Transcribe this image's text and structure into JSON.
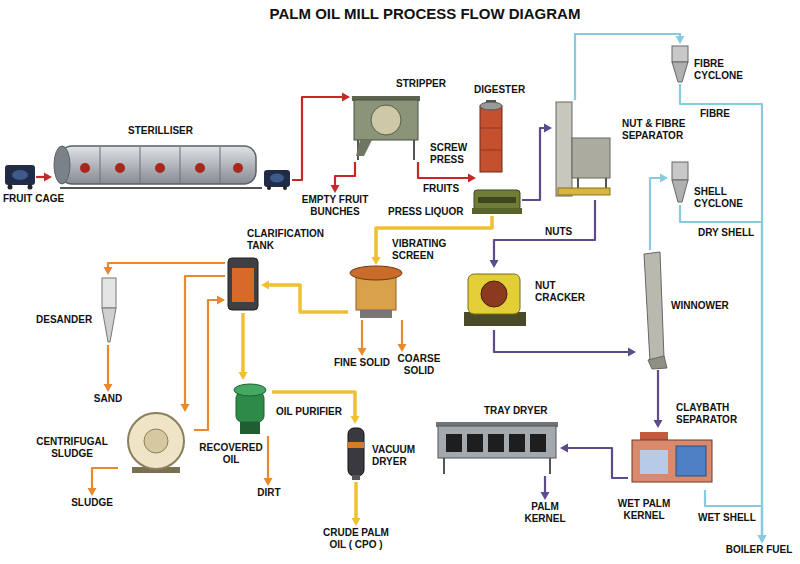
{
  "diagram": {
    "title": "PALM OIL MILL PROCESS FLOW DIAGRAM",
    "nodes": [
      {
        "text": [
          "FRUIT CAGE"
        ]
      },
      {
        "text": [
          "STERILLISER"
        ]
      },
      {
        "text": [
          "STRIPPER"
        ]
      },
      {
        "text": [
          "EMPTY FRUIT BUNCHES"
        ]
      },
      {
        "text": [
          "DIGESTER"
        ]
      },
      {
        "text": [
          "SCREW PRESS"
        ]
      },
      {
        "text": [
          "NUT & FIBRE SEPARATOR"
        ]
      },
      {
        "text": [
          "FIBRE CYCLONE"
        ]
      },
      {
        "text": [
          "SHELL CYCLONE"
        ]
      },
      {
        "text": [
          "CLARIFICATION TANK"
        ]
      },
      {
        "text": [
          "VIBRATING SCREEN"
        ]
      },
      {
        "text": [
          "NUT CRACKER"
        ]
      },
      {
        "text": [
          "WINNOWER"
        ]
      },
      {
        "text": [
          "DESANDER"
        ]
      },
      {
        "text": [
          "FINE SOLID"
        ]
      },
      {
        "text": [
          "COARSE SOLID"
        ]
      },
      {
        "text": [
          "SAND"
        ]
      },
      {
        "text": [
          "CENTRIFUGAL SLUDGE"
        ]
      },
      {
        "text": [
          "OIL PURIFIER"
        ]
      },
      {
        "text": [
          "VACUUM DRYER"
        ]
      },
      {
        "text": [
          "TRAY DRYER"
        ]
      },
      {
        "text": [
          "CLAYBATH SEPARATOR"
        ]
      },
      {
        "text": [
          "SLUDGE"
        ]
      },
      {
        "text": [
          "DIRT"
        ]
      },
      {
        "text": [
          "CRUDE PALM OIL ( CPO )"
        ]
      },
      {
        "text": [
          "PALM KERNEL"
        ]
      },
      {
        "text": [
          "BOILER FUEL"
        ]
      }
    ],
    "edges": [
      {
        "from": 0,
        "to": 1,
        "arrow": "to"
      },
      {
        "from": 1,
        "to": 2,
        "arrow": "to"
      },
      {
        "from": 2,
        "to": 3,
        "arrow": "to"
      },
      {
        "from": 2,
        "to": 4,
        "label": "FRUITS",
        "arrow": "to"
      },
      {
        "from": 5,
        "to": 6,
        "arrow": "to"
      },
      {
        "from": 5,
        "to": 10,
        "label": "PRESS LIQUOR",
        "arrow": "to"
      },
      {
        "from": 6,
        "to": 7,
        "arrow": "to"
      },
      {
        "from": 7,
        "to": 26,
        "label": "FIBRE",
        "arrow": "to"
      },
      {
        "from": 6,
        "to": 11,
        "label": "NUTS",
        "arrow": "to"
      },
      {
        "from": 11,
        "to": 12,
        "arrow": "to"
      },
      {
        "from": 12,
        "to": 8,
        "arrow": "to"
      },
      {
        "from": 8,
        "to": 26,
        "label": "DRY SHELL",
        "arrow": "to"
      },
      {
        "from": 12,
        "to": 21,
        "arrow": "to"
      },
      {
        "from": 21,
        "to": 20,
        "label": "WET PALM KERNEL",
        "arrow": "to"
      },
      {
        "from": 20,
        "to": 25,
        "arrow": "to"
      },
      {
        "from": 21,
        "to": 26,
        "label": "WET SHELL",
        "arrow": "to"
      },
      {
        "from": 10,
        "to": 9,
        "arrow": "to"
      },
      {
        "from": 10,
        "to": 14,
        "arrow": "to"
      },
      {
        "from": 10,
        "to": 15,
        "arrow": "to"
      },
      {
        "from": 9,
        "to": 13,
        "arrow": "to"
      },
      {
        "from": 13,
        "to": 16,
        "arrow": "to"
      },
      {
        "from": 9,
        "to": 17,
        "arrow": "to"
      },
      {
        "from": 17,
        "to": 22,
        "arrow": "to"
      },
      {
        "from": 17,
        "to": 9,
        "label": "RECOVERED OIL",
        "arrow": "to"
      },
      {
        "from": 9,
        "to": 18,
        "arrow": "to"
      },
      {
        "from": 18,
        "to": 19,
        "arrow": "to"
      },
      {
        "from": 18,
        "to": 23,
        "arrow": "to"
      },
      {
        "from": 19,
        "to": 24,
        "arrow": "to"
      }
    ]
  }
}
